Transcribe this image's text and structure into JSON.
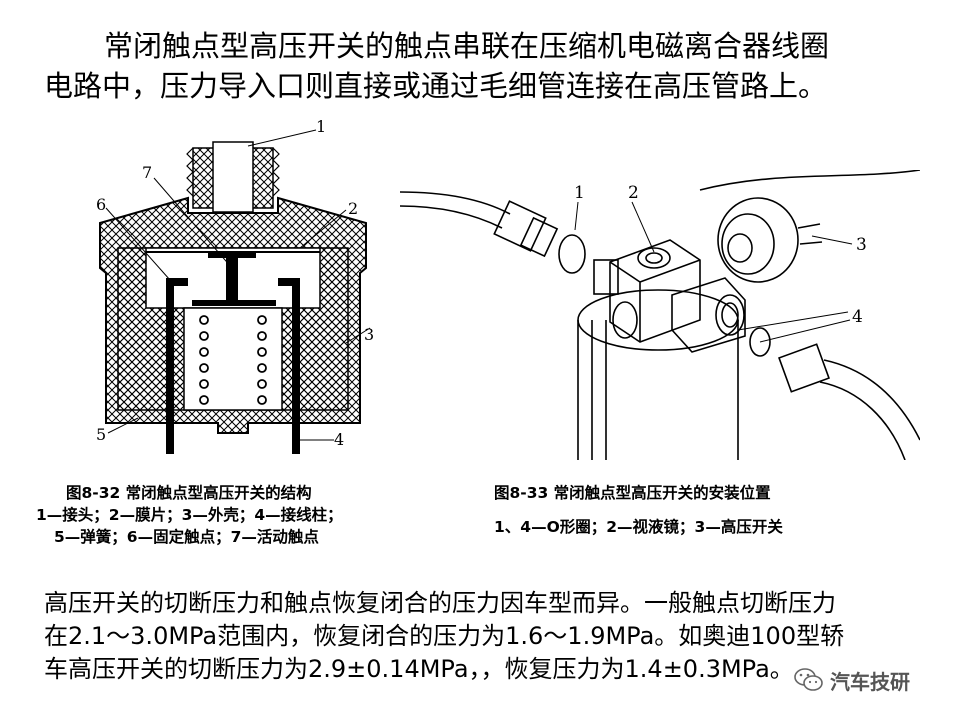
{
  "intro": {
    "line1": "常闭触点型高压开关的触点串联在压缩机电磁离合器线圈",
    "line2": "电路中，压力导入口则直接或通过毛细管连接在高压管路上。"
  },
  "figure1": {
    "callouts": [
      "1",
      "2",
      "3",
      "4",
      "5",
      "6",
      "7"
    ],
    "caption_title": "图8-32   常闭触点型高压开关的结构",
    "legend_line1": "1—接头；2—膜片；3—外壳；4—接线柱；",
    "legend_line2": "5—弹簧；6—固定触点；7—活动触点"
  },
  "figure2": {
    "callouts": [
      "1",
      "2",
      "3",
      "4"
    ],
    "caption_title": "图8-33  常闭触点型高压开关的安装位置",
    "legend_line1": "1、4—O形圈；2—视液镜；3—高压开关"
  },
  "paragraph": {
    "line1": "高压开关的切断压力和触点恢复闭合的压力因车型而异。一般触点切断压力",
    "line2": "在2.1～3.0MPa范围内，恢复闭合的压力为1.6～1.9MPa。如奥迪100型轿",
    "line3": "车高压开关的切断压力为2.9±0.14MPa，，恢复压力为1.4±0.3MPa。"
  },
  "watermark": {
    "text": "汽车技研",
    "icon": "wechat-icon"
  }
}
